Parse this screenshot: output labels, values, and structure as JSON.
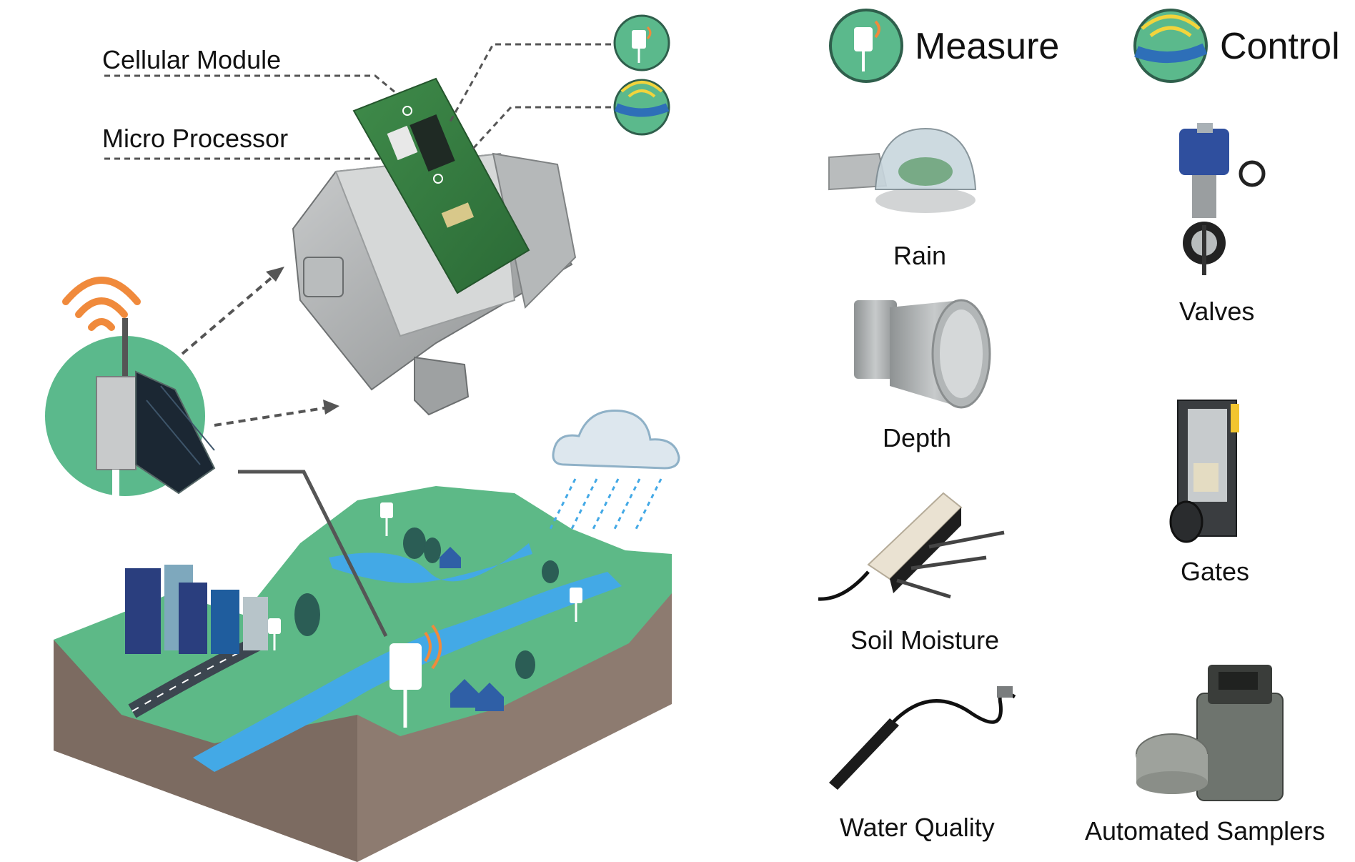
{
  "callouts": {
    "cellular_module": "Cellular Module",
    "micro_processor": "Micro Processor"
  },
  "headers": {
    "measure": "Measure",
    "control": "Control"
  },
  "measure_items": {
    "rain": "Rain",
    "depth": "Depth",
    "soil_moisture": "Soil Moisture",
    "water_quality": "Water Quality"
  },
  "control_items": {
    "valves": "Valves",
    "gates": "Gates",
    "automated_samplers": "Automated Samplers"
  },
  "colors": {
    "icon_green": "#5bb98c",
    "land_green": "#5db987",
    "water_blue": "#43a9e6",
    "signal_orange": "#f08a3c",
    "soil_brown": "#8d7b70",
    "dark_line": "#555555"
  }
}
